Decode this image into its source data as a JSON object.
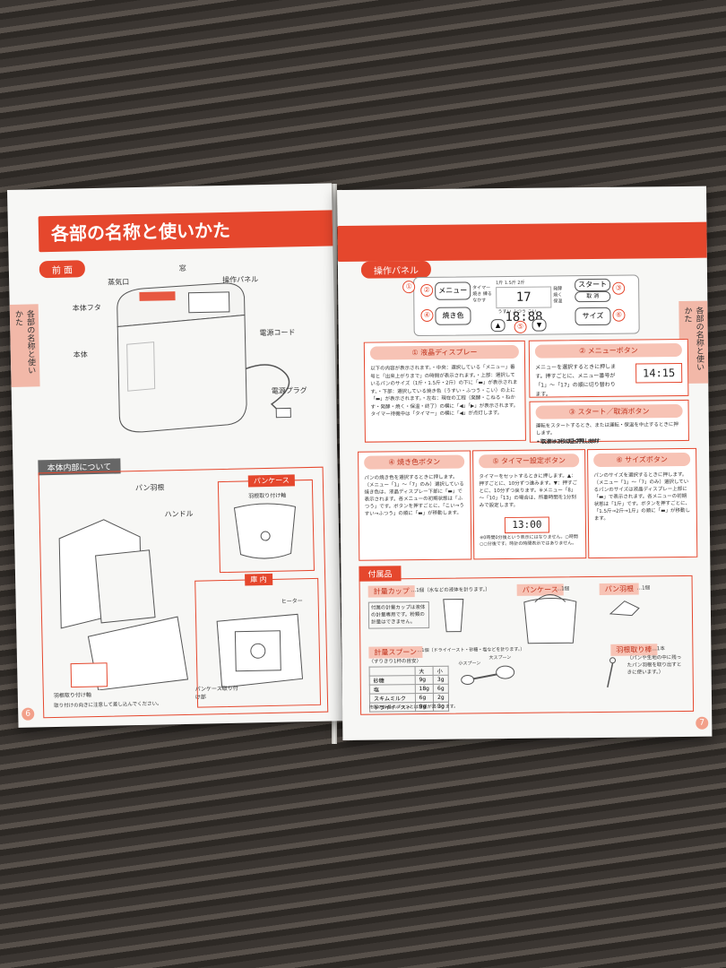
{
  "left": {
    "title": "各部の名称と使いかた",
    "section_front": "前 面",
    "side_tab": "各部の名称と使いかた",
    "labels": {
      "window": "窓",
      "vent": "蒸気口",
      "lid": "本体フタ",
      "panel": "操作パネル",
      "body": "本体",
      "cord": "電源コード",
      "plug": "電源プラグ"
    },
    "inner_section": "本体内部について",
    "inner_labels": {
      "blade": "パン羽根",
      "handle": "ハンドル",
      "case": "パンケース",
      "shaft": "羽根取り付け軸",
      "chamber": "庫 内",
      "heater": "ヒーター",
      "mount": "パンケース取り付け部",
      "blade_mount": "羽根取り付け軸",
      "note": "取り付けの向きに注意して差し込んでください。"
    },
    "page_number": "6"
  },
  "right": {
    "section_panel": "操作パネル",
    "side_tab": "各部の名称と使いかた",
    "panel": {
      "menu_btn": "メニュー",
      "bake_btn": "焼き色",
      "start_btn": "スタート",
      "cancel_btn": "取 消",
      "size_btn": "サイズ",
      "lcd_text": "17 18:88",
      "lcd_top": "1斤  1.5斤  2斤",
      "lcd_bottom": "うすい ふつう こい",
      "left_side": "タイマー 焼き 練る なかす",
      "right_side": "発酵 焼く 保温",
      "nums": [
        "①",
        "②",
        "③",
        "④",
        "⑤",
        "⑥"
      ]
    },
    "boxes": {
      "lcd_title": "① 液晶ディスプレー",
      "lcd_text": "以下の内容が表示されます。・中央：選択している「メニュー」番号と「出来上がりまで」の時間が表示されます。・上部：選択しているパンのサイズ（1斤・1.5斤・2斤）の下に「▬」が表示されます。・下部：選択している焼き色（うすい・ふつう・こい）の上に「▬」が表示されます。・左右：現在の工程（発酵・こねる・ねかす・発酵・焼く・保温・終了）の横に「◀」「▶」が表示されます。タイマー待機中は「タイマー」の横に「◀」が点灯します。",
      "menu_title": "② メニューボタン",
      "menu_text": "メニューを選択するときに押します。押すごとに、メニュー番号が「1」～「17」の順に切り替わります。",
      "menu_lcd": "14:15",
      "start_title": "③ スタート／取消ボタン",
      "start_text": "運転をスタートするとき、または運転・保温を中止するときに押します。",
      "start_b1": "・スタートは短く押します",
      "start_b2": "・取消は2秒以上押します",
      "bake_title": "④ 焼き色ボタン",
      "bake_text": "パンの焼き色を選択するときに押します。（メニュー「1」～「7」のみ）選択している焼き色は、液晶ディスプレー下部に「▬」で表示されます。各メニューの初期状態は「ふつう」です。ボタンを押すごとに、「こい→うすい→ふつう」の順に「▬」が移動します。",
      "timer_title": "⑤ タイマー設定ボタン",
      "timer_text": "タイマーをセットするときに押します。▲：押すごとに、10分ずつ進みます。▼：押すごとに、10分ずつ戻ります。※メニュー「8」～「10」「13」の場合は、所要時間を1分刻みで設定します。",
      "timer_lcd": "13:00",
      "timer_note": "※0時間0分後という表示にはなりません。○時間○○分後です。時計の時間表示ではありません。",
      "size_title": "⑥ サイズボタン",
      "size_text": "パンのサイズを選択するときに押します。（メニュー「1」～「7」のみ）選択しているパンのサイズは液晶ディスプレー上部に「▬」で表示されます。各メニューの初期状態は「1斤」です。ボタンを押すごとに、「1.5斤→2斤→1斤」の順に「▬」が移動します。"
    },
    "accessories": {
      "title": "付属品",
      "cup_title": "計量カップ",
      "cup_qty": "…1個（水などの液体を計ります。）",
      "cup_text": "付属の計量カップは液体の計量専用です。粉類の計量はできません。",
      "case_title": "パンケース",
      "case_qty": "…1個",
      "blade_title": "パン羽根",
      "blade_qty": "…1個",
      "spoon_title": "計量スプーン",
      "spoon_qty": "…1個（ドライイースト・砂糖・塩などを計ります。）",
      "spoon_sub": "〈すりきり1杯の目安〉",
      "spoon_rows": [
        [
          "砂糖",
          "9g",
          "3g"
        ],
        [
          "塩",
          "18g",
          "6g"
        ],
        [
          "スキムミルク",
          "6g",
          "2g"
        ],
        [
          "ドライイースト",
          "9g",
          "3g"
        ]
      ],
      "spoon_headers": [
        "",
        "大",
        "小"
      ],
      "spoon_note": "市販の計量スプーンとは容量が異なります。",
      "small_spoon": "小スプーン",
      "big_spoon": "大スプーン",
      "remover_title": "羽根取り棒",
      "remover_qty": "…1本",
      "remover_text": "（パンや生地の中に残ったパン羽根を取り出すときに使います。）"
    },
    "page_number": "7"
  }
}
